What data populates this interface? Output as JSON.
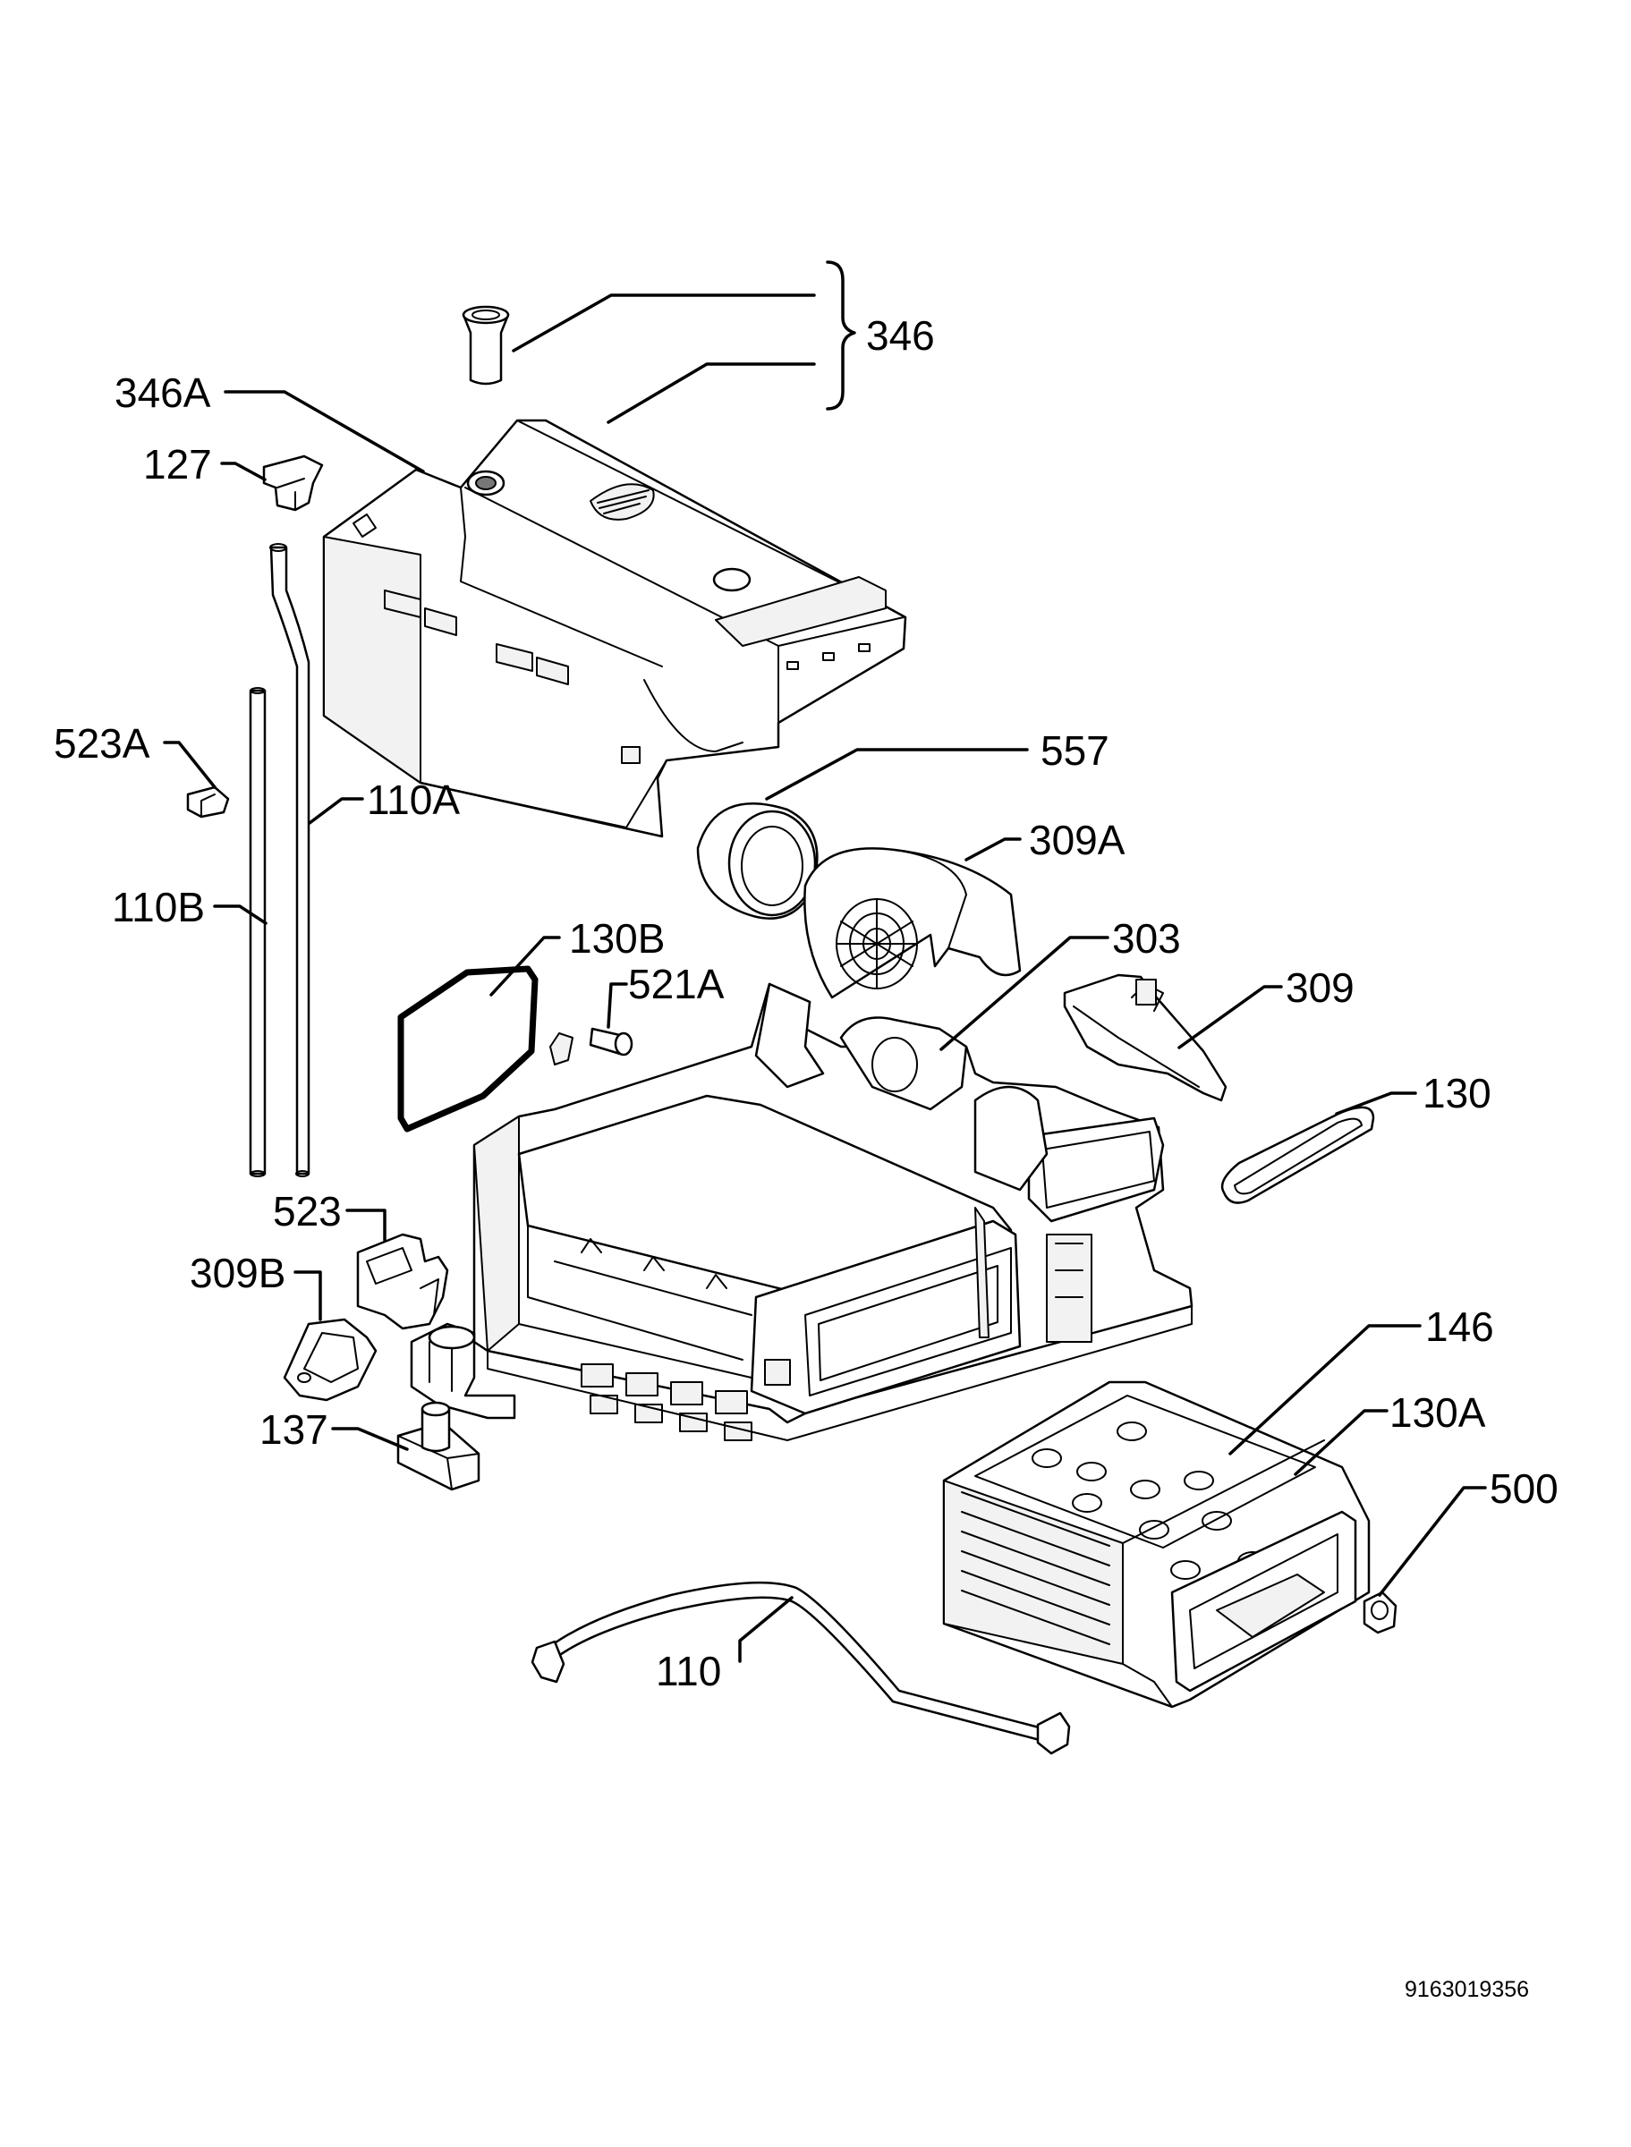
{
  "labels": {
    "p346": "346",
    "p346A": "346A",
    "p127": "127",
    "p523A": "523A",
    "p110A": "110A",
    "p110B": "110B",
    "p557": "557",
    "p309A": "309A",
    "p130B": "130B",
    "p303": "303",
    "p521A": "521A",
    "p309": "309",
    "p130": "130",
    "p523": "523",
    "p309B": "309B",
    "p146": "146",
    "p130A": "130A",
    "p137": "137",
    "p500": "500",
    "p110": "110"
  },
  "document_id": "9163019356"
}
